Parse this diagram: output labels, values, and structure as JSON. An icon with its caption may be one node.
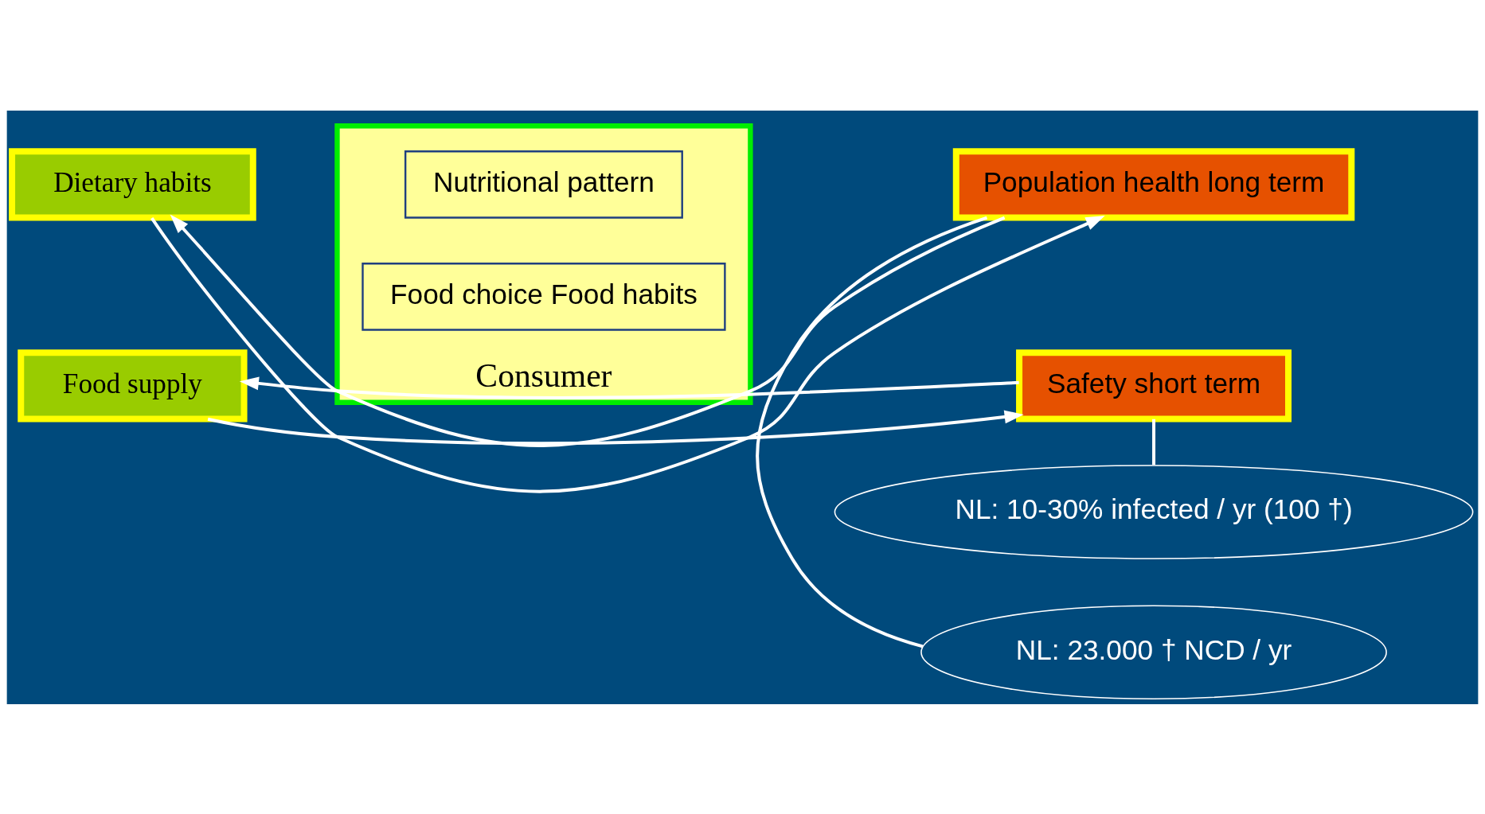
{
  "diagram": {
    "nodes": [
      {
        "text": [
          "Food supply"
        ]
      },
      {
        "text": [
          "Consumer"
        ]
      },
      {
        "text": [
          "Food choice Food habits"
        ],
        "in": 1
      },
      {
        "text": [
          "Nutritional pattern"
        ],
        "in": 1
      },
      {
        "text": [
          "Safety short term"
        ]
      },
      {
        "text": [
          "Population health long term"
        ]
      },
      {
        "text": [
          "Dietary habits"
        ]
      },
      {
        "text": [
          "NL: 10-30% infected / yr (100 †)"
        ]
      },
      {
        "text": [
          "NL: 23.000 † NCD / yr"
        ]
      }
    ],
    "edges": [
      {
        "from": 4,
        "to": 0,
        "arrow": "to"
      },
      {
        "from": 0,
        "to": 4,
        "arrow": "to"
      },
      {
        "from": 5,
        "to": 6,
        "arrow": "to"
      },
      {
        "from": 6,
        "to": 5,
        "arrow": "to"
      },
      {
        "from": 7,
        "to": 4,
        "arrow": "none"
      },
      {
        "from": 8,
        "to": 5,
        "arrow": "none"
      }
    ]
  }
}
